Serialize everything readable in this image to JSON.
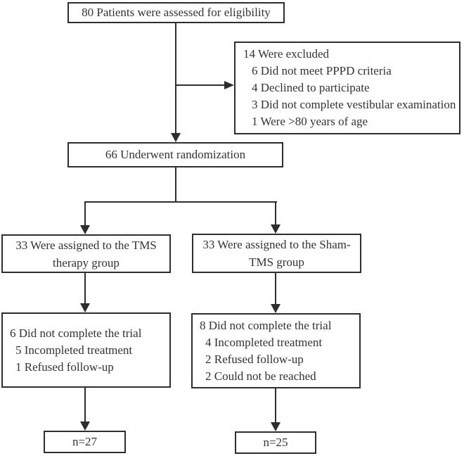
{
  "colors": {
    "line": "#2e2e2e",
    "border": "#2e2e2e",
    "text": "#333333",
    "background": "#ffffff"
  },
  "nodes": {
    "eligibility": {
      "text": "80 Patients were assessed for eligibility"
    },
    "excluded": {
      "title": "14 Were excluded",
      "items": [
        "6 Did not meet PPPD criteria",
        "4 Declined to participate",
        "3 Did not complete vestibular examination",
        "1 Were >80 years of age"
      ]
    },
    "randomization": {
      "text": "66 Underwent randomization"
    },
    "tms_group": {
      "line1": "33 Were assigned to the TMS",
      "line2": "therapy group"
    },
    "sham_group": {
      "line1": "33 Were assigned to the Sham-",
      "line2": "TMS group"
    },
    "tms_dropout": {
      "title": "6 Did not complete the trial",
      "items": [
        "5 Incompleted treatment",
        "1 Refused follow-up"
      ]
    },
    "sham_dropout": {
      "title": "8 Did not complete the trial",
      "items": [
        "4 Incompleted treatment",
        "2 Refused follow-up",
        "2 Could not be reached"
      ]
    },
    "tms_completed": {
      "text": "n=27"
    },
    "sham_completed": {
      "text": "n=25"
    }
  }
}
